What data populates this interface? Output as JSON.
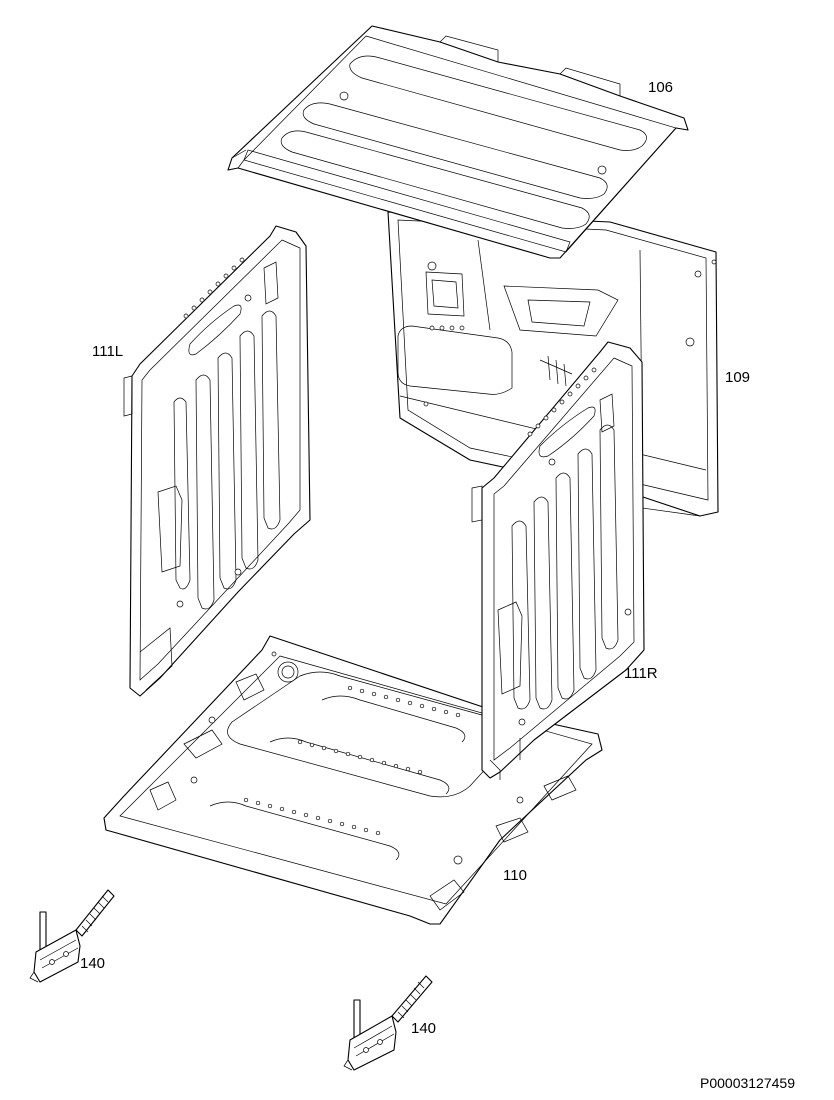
{
  "labels": {
    "top_panel": "106",
    "back_panel": "109",
    "left_panel": "111L",
    "right_panel": "111R",
    "bottom_panel": "110",
    "hinge_left": "140",
    "hinge_right": "140"
  },
  "drawing_code": "P00003127459"
}
